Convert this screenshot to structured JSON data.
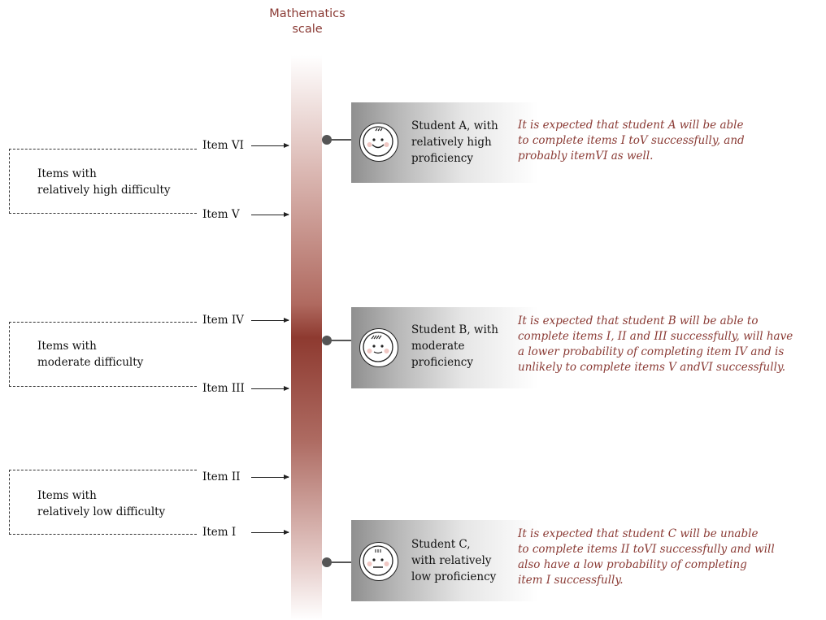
{
  "scale": {
    "title_lines": [
      "Mathematics",
      "scale"
    ]
  },
  "items": [
    "Item VI",
    "Item V",
    "Item IV",
    "Item III",
    "Item II",
    "Item I"
  ],
  "groups": [
    {
      "lines": [
        "Items with",
        "relatively high difficulty"
      ]
    },
    {
      "lines": [
        "Items with",
        "moderate difficulty"
      ]
    },
    {
      "lines": [
        "Items with",
        "relatively low difficulty"
      ]
    }
  ],
  "students": [
    {
      "label_lines": [
        "Student A, with",
        "relatively high",
        "proficiency"
      ],
      "description_lines": [
        "It is expected that student A will be able",
        "to complete items I toV successfully, and",
        "probably itemVI as well."
      ]
    },
    {
      "label_lines": [
        "Student B, with",
        "moderate",
        "proficiency"
      ],
      "description_lines": [
        "It is expected that student B will be able to",
        "complete items I, II and III successfully, will have",
        "a lower probability of completing item IV and is",
        "unlikely to complete items V andVI successfully."
      ]
    },
    {
      "label_lines": [
        "Student C,",
        "with relatively",
        "low proficiency"
      ],
      "description_lines": [
        "It is expected that student C will be unable",
        "to complete items II toVI successfully and will",
        "also have a low probability of completing",
        "item I successfully."
      ]
    }
  ],
  "colors": {
    "accent": "#8a3a34",
    "scale_dark": "#8e3a30",
    "box_gray": "#8f8f8f",
    "marker": "#555555"
  }
}
